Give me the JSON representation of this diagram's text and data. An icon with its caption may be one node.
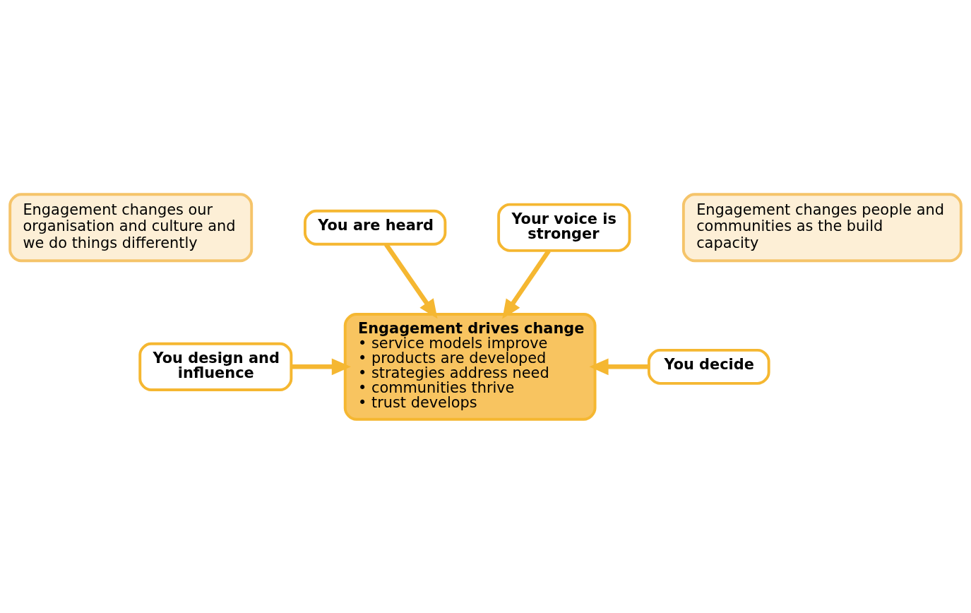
{
  "diagram": {
    "nodes": [
      {
        "text": [
          "Engagement changes our organisation and culture and we do things differently"
        ]
      },
      {
        "text": [
          "You are heard"
        ]
      },
      {
        "text": [
          "Engagement drives change",
          "• service models improve",
          "• products are developed",
          "• strategies address need",
          "• communities thrive",
          "• trust develops"
        ]
      },
      {
        "text": [
          "You design and influence"
        ]
      },
      {
        "text": [
          "You decide"
        ]
      },
      {
        "text": [
          "Your voice is stronger"
        ]
      },
      {
        "text": [
          "Engagement changes people and communities as the build capacity"
        ]
      }
    ],
    "edges": [
      {
        "from": 1,
        "to": 2,
        "arrow": "to"
      },
      {
        "from": 3,
        "to": 2,
        "arrow": "to"
      },
      {
        "from": 4,
        "to": 2,
        "arrow": "to"
      },
      {
        "from": 5,
        "to": 2,
        "arrow": "to"
      }
    ]
  }
}
